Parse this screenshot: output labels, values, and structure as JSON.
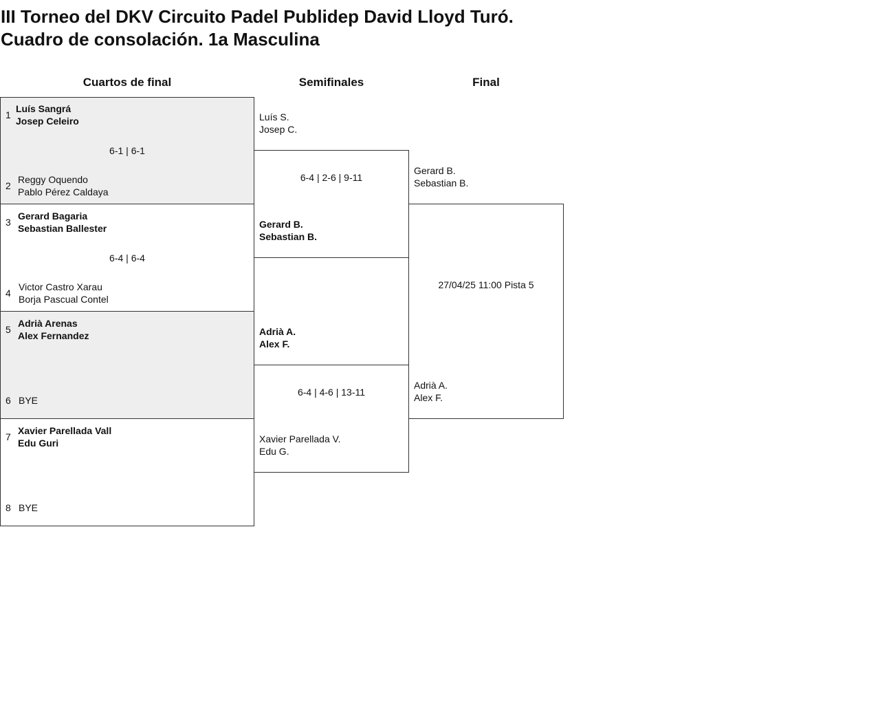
{
  "title_line1": "III Torneo del DKV Circuito Padel Publidep David Lloyd Turó.",
  "title_line2": "Cuadro de consolación. 1a Masculina",
  "headers": {
    "quarters": "Cuartos de final",
    "semis": "Semifinales",
    "final": "Final"
  },
  "quarters": [
    {
      "seed_a": "1",
      "a1": "Luís Sangrá",
      "a2": "Josep Celeiro",
      "score": "6-1 | 6-1",
      "seed_b": "2",
      "b1": "Reggy Oquendo",
      "b2": "Pablo Pérez Caldaya"
    },
    {
      "seed_a": "3",
      "a1": "Gerard Bagaria",
      "a2": "Sebastian Ballester",
      "score": "6-4 | 6-4",
      "seed_b": "4",
      "b1": "Victor Castro Xarau",
      "b2": "Borja Pascual Contel"
    },
    {
      "seed_a": "5",
      "a1": "Adrià Arenas",
      "a2": "Alex Fernandez",
      "score": "",
      "seed_b": "6",
      "b1": "BYE",
      "b2": ""
    },
    {
      "seed_a": "7",
      "a1": "Xavier Parellada Vall",
      "a2": "Edu Guri",
      "score": "",
      "seed_b": "8",
      "b1": "BYE",
      "b2": ""
    }
  ],
  "semis": [
    {
      "a1": "Luís S.",
      "a2": "Josep C.",
      "score": "6-4 | 2-6 | 9-11",
      "b1": "Gerard B.",
      "b2": "Sebastian B."
    },
    {
      "a1": "Adrià A.",
      "a2": "Alex F.",
      "score": "6-4 | 4-6 | 13-11",
      "b1": "Xavier Parellada V.",
      "b2": "Edu G."
    }
  ],
  "final": {
    "a1": "Gerard B.",
    "a2": "Sebastian B.",
    "info": "27/04/25 11:00 Pista 5",
    "b1": "Adrià A.",
    "b2": "Alex F."
  }
}
